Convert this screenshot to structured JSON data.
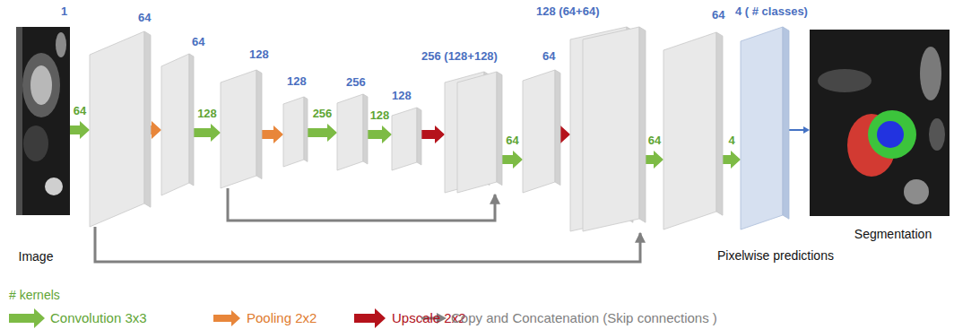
{
  "diagram": {
    "nodes": [
      {
        "text": [
          "1",
          "Image"
        ]
      },
      {
        "text": [
          "64"
        ]
      },
      {
        "text": [
          "64"
        ]
      },
      {
        "text": [
          "128"
        ]
      },
      {
        "text": [
          "128"
        ]
      },
      {
        "text": [
          "256"
        ]
      },
      {
        "text": [
          "128"
        ]
      },
      {
        "text": [
          "256 (128+128)"
        ]
      },
      {
        "text": [
          "64"
        ]
      },
      {
        "text": [
          "128 (64+64)"
        ]
      },
      {
        "text": [
          "64"
        ]
      },
      {
        "text": [
          "4 ( # classes)"
        ]
      },
      {
        "text": [
          "Segmentation"
        ]
      }
    ],
    "edges": [
      {
        "from": 0,
        "to": 1,
        "arrow": "to",
        "label": "64"
      },
      {
        "from": 1,
        "to": 2,
        "arrow": "to"
      },
      {
        "from": 2,
        "to": 3,
        "arrow": "to",
        "label": "128"
      },
      {
        "from": 3,
        "to": 4,
        "arrow": "to"
      },
      {
        "from": 4,
        "to": 5,
        "arrow": "to",
        "label": "256"
      },
      {
        "from": 5,
        "to": 6,
        "arrow": "to",
        "label": "128"
      },
      {
        "from": 6,
        "to": 7,
        "arrow": "to"
      },
      {
        "from": 7,
        "to": 8,
        "arrow": "to",
        "label": "64"
      },
      {
        "from": 8,
        "to": 9,
        "arrow": "to"
      },
      {
        "from": 9,
        "to": 10,
        "arrow": "to",
        "label": "64"
      },
      {
        "from": 10,
        "to": 11,
        "arrow": "to",
        "label": "4"
      },
      {
        "from": 11,
        "to": 12,
        "arrow": "to"
      },
      {
        "from": 3,
        "to": 7,
        "arrow": "to"
      },
      {
        "from": 1,
        "to": 9,
        "arrow": "to"
      }
    ],
    "labels": [
      "Pixelwise predictions",
      "# kernels"
    ],
    "legend": [
      {
        "text": "Convolution 3x3"
      },
      {
        "text": "Pooling 2x2"
      },
      {
        "text": "Upscale 2x2"
      },
      {
        "text": "Copy and Concatenation (Skip connections )"
      }
    ]
  }
}
